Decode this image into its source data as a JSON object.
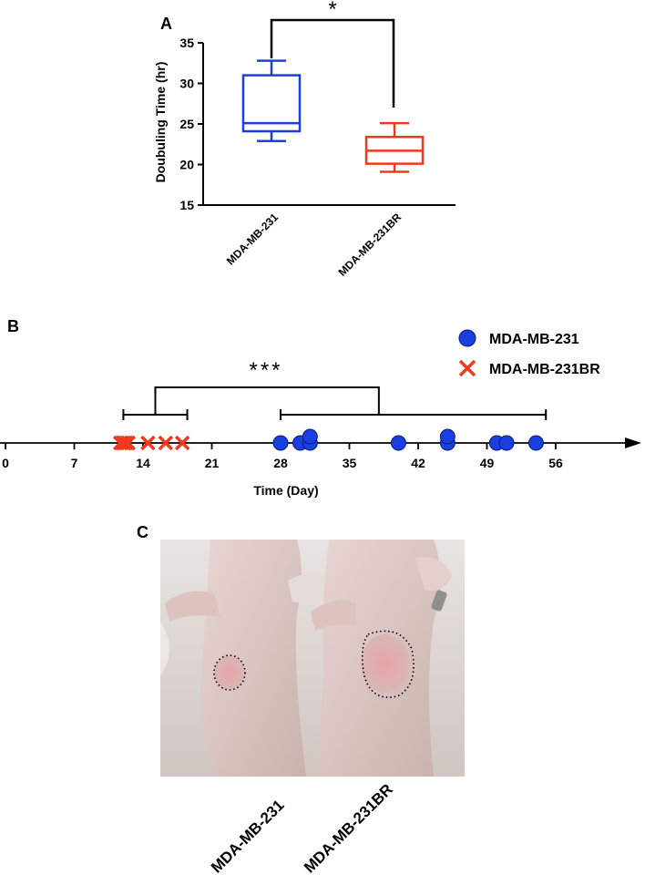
{
  "panels": {
    "a": "A",
    "b": "B",
    "c": "C"
  },
  "colors": {
    "blue": "#1a3fe0",
    "red": "#f03a1f",
    "black": "#000000"
  },
  "chart_data": [
    {
      "type": "box",
      "panel": "A",
      "title": "",
      "ylabel": "Doubuling Time (hr)",
      "xlabel": "",
      "ylim": [
        15,
        35
      ],
      "yticks": [
        15,
        20,
        25,
        30,
        35
      ],
      "categories": [
        "MDA-MB-231",
        "MDA-MB-231BR"
      ],
      "series": [
        {
          "name": "MDA-MB-231",
          "color": "#1a3fe0",
          "min": 22.9,
          "q1": 24.1,
          "median": 25.1,
          "q3": 31.0,
          "max": 32.8
        },
        {
          "name": "MDA-MB-231BR",
          "color": "#f03a1f",
          "min": 19.1,
          "q1": 20.1,
          "median": 21.7,
          "q3": 23.4,
          "max": 25.1
        }
      ],
      "annotation": "*"
    },
    {
      "type": "scatter",
      "panel": "B",
      "title": "",
      "xlabel": "Time (Day)",
      "xlim": [
        0,
        63
      ],
      "xticks": [
        0,
        7,
        14,
        21,
        28,
        35,
        42,
        49,
        56
      ],
      "legend": "top-right",
      "series": [
        {
          "name": "MDA-MB-231",
          "marker": "circle",
          "color": "#1a3fe0",
          "points": [
            [
              28,
              0
            ],
            [
              30,
              0
            ],
            [
              31,
              0
            ],
            [
              31,
              0.7
            ],
            [
              40,
              0
            ],
            [
              45,
              0
            ],
            [
              45,
              0.7
            ],
            [
              50,
              0
            ],
            [
              51,
              0
            ],
            [
              54,
              0
            ]
          ]
        },
        {
          "name": "MDA-MB-231BR",
          "marker": "x",
          "color": "#f03a1f",
          "points": [
            [
              11.7,
              0
            ],
            [
              11.9,
              0
            ],
            [
              12.1,
              0
            ],
            [
              12.3,
              0
            ],
            [
              12.5,
              0
            ],
            [
              14.5,
              0
            ],
            [
              16.3,
              0
            ],
            [
              18,
              0
            ]
          ]
        }
      ],
      "brackets": [
        {
          "from": 12,
          "to": 18.5
        },
        {
          "from": 28,
          "to": 55
        }
      ],
      "annotation": "***"
    }
  ],
  "photo": {
    "labels": [
      "MDA-MB-231",
      "MDA-MB-231BR"
    ]
  }
}
